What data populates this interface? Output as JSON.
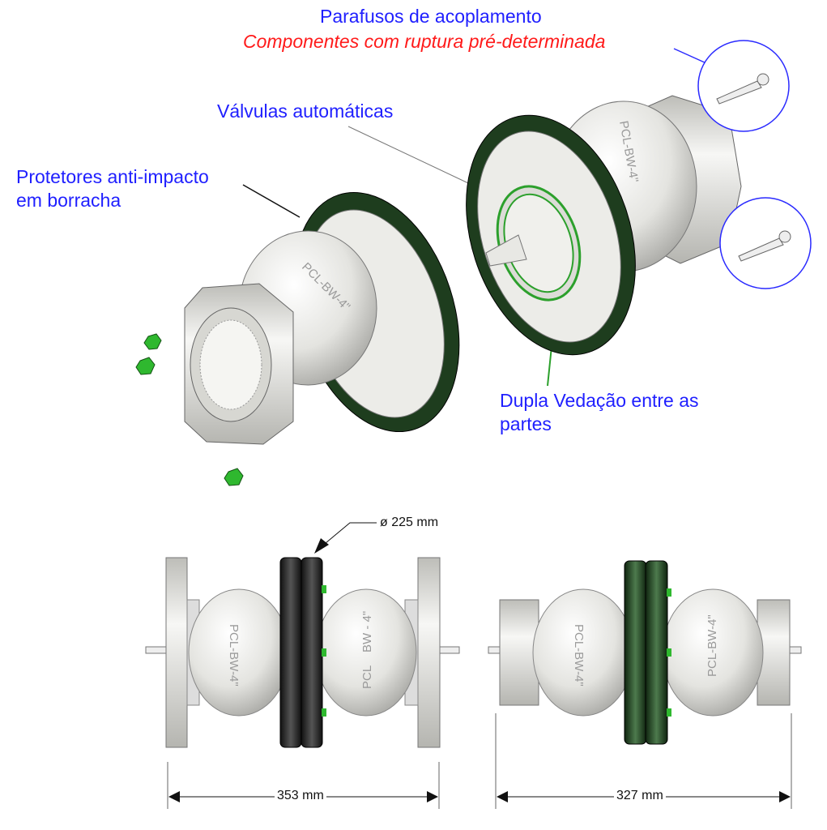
{
  "labels": {
    "coupling_bolts": "Parafusos de acoplamento",
    "breakaway_components": "Componentes com ruptura pré-determinada",
    "automatic_valves": "Válvulas automáticas",
    "rubber_protectors_line1": "Protetores anti-impacto",
    "rubber_protectors_line2": "em borracha",
    "double_seal_line1": "Dupla Vedação entre as",
    "double_seal_line2": "partes"
  },
  "dimensions": {
    "diameter": "ø 225 mm",
    "flanged_length": "353 mm",
    "threaded_length": "327 mm"
  },
  "product_marking": {
    "model": "PCL-BW-4\"",
    "model_split_a": "PCL",
    "model_split_b": "BW - 4\""
  },
  "colors": {
    "label_blue": "#1f1fff",
    "label_red": "#ff1a1a",
    "rubber_green": "#1e3d1e",
    "rubber_black": "#1a1a1a",
    "bolt_green": "#2fb82f",
    "seal_green": "#2ca02c"
  }
}
